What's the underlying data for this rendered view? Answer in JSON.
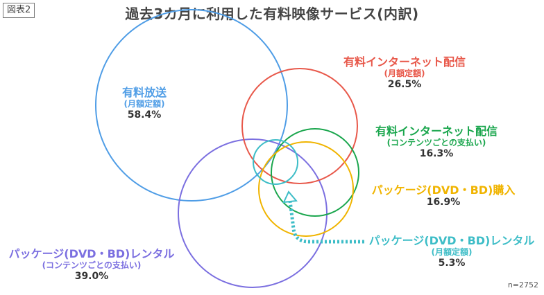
{
  "figure_label": "図表2",
  "title": "過去3カ月に利用した有料映像サービス(内訳)",
  "sample_note": "n=2752",
  "colors": {
    "flat_rate_tv": "#4f9de6",
    "internet_monthly": "#e8584a",
    "internet_content": "#1aa64d",
    "package_purchase": "#f0b400",
    "rental_content": "#7b6fe0",
    "rental_monthly": "#3dbdc7"
  },
  "services": {
    "flat_rate_tv": {
      "name": "有料放送",
      "sub": "(月額定額)",
      "pct": "58.4%"
    },
    "internet_monthly": {
      "name": "有料インターネット配信",
      "sub": "(月額定額)",
      "pct": "26.5%"
    },
    "internet_content": {
      "name": "有料インターネット配信",
      "sub": "(コンテンツごとの支払い)",
      "pct": "16.3%"
    },
    "package_purchase": {
      "name": "パッケージ(DVD・BD)購入",
      "pct": "16.9%"
    },
    "rental_monthly": {
      "name": "パッケージ(DVD・BD)レンタル",
      "sub": "(月額定額)",
      "pct": "5.3%"
    },
    "rental_content": {
      "name": "パッケージ(DVD・BD)レンタル",
      "sub": "(コンテンツごとの支払い)",
      "pct": "39.0%"
    }
  }
}
